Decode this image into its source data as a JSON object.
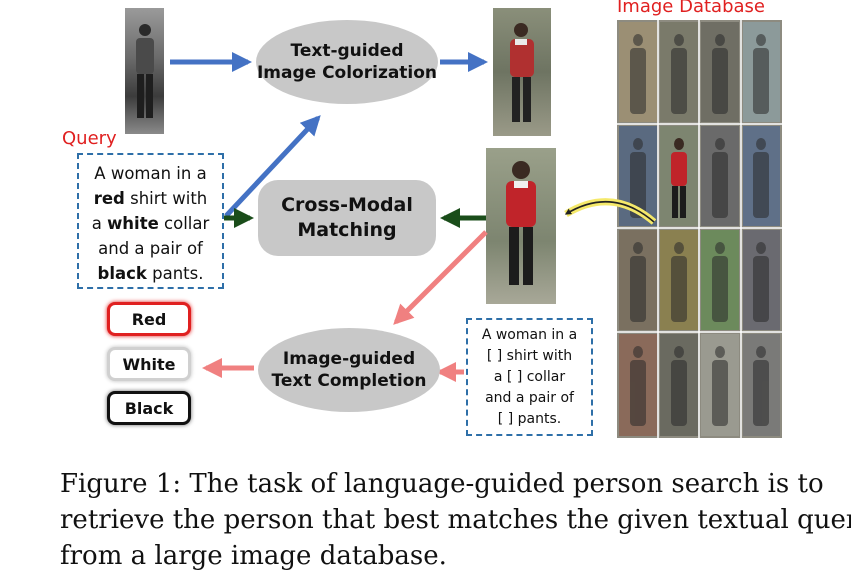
{
  "labels": {
    "image_database": "Image Database",
    "query": "Query"
  },
  "nodes": {
    "colorization": [
      "Text-guided",
      "Image Colorization"
    ],
    "matching": [
      "Cross-Modal",
      "Matching"
    ],
    "completion": [
      "Image-guided",
      "Text Completion"
    ]
  },
  "query_text": {
    "l1": "A woman in a",
    "l2a": "red",
    "l2b": " shirt with",
    "l3a": "a ",
    "l3b": "white",
    "l3c": " collar",
    "l4": "and a pair of",
    "l5a": "black",
    "l5b": " pants."
  },
  "masked_text": {
    "l1": "A woman in a",
    "l2": "[    ] shirt with",
    "l3": "a [    ] collar",
    "l4": "and a pair of",
    "l5": "[    ] pants."
  },
  "answers": {
    "red": "Red",
    "white": "White",
    "black": "Black"
  },
  "caption": {
    "line1": "Figure 1:  The task of language-guided person search is to",
    "line2": "retrieve the person that best matches the given textual query",
    "line3": "from a large image database."
  },
  "colors": {
    "blue_arrow": "#4472c4",
    "green_arrow": "#1a4d1a",
    "pink_arrow": "#f08080",
    "red_label": "#e02020",
    "node_fill": "#c8c8c8",
    "dash_border": "#2e6fa8",
    "yellow_arrow": "#f5e96a"
  }
}
